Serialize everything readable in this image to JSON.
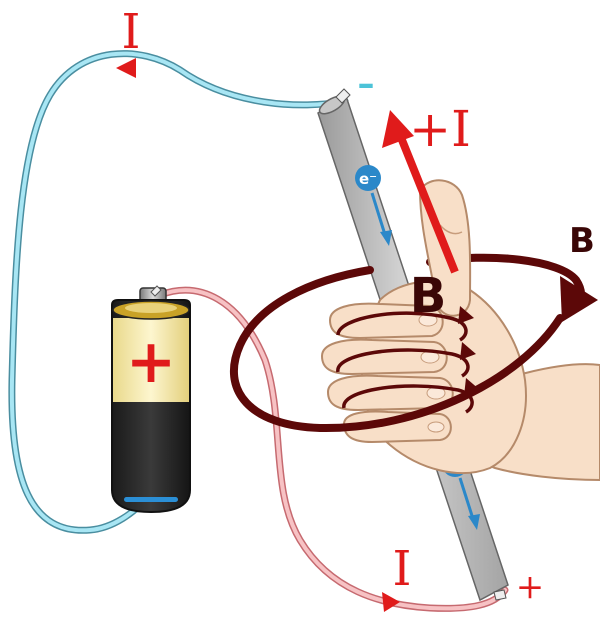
{
  "labels": {
    "current_top": "I",
    "current_bottom": "I",
    "current_positive": "+I",
    "field_outer": "B",
    "field_inner": "B",
    "battery_plus": "+",
    "terminal_negative": "–",
    "terminal_positive": "+",
    "electron_top": "e⁻",
    "electron_bottom": "e⁻"
  },
  "colors": {
    "wire_negative": "#8fd8ea",
    "wire_positive": "#f2a3a6",
    "current_arrow": "#e01b1b",
    "field_loop": "#6b0a0a",
    "conductor": "#b8b8b8",
    "electron": "#2b88c9",
    "battery_body": "#2b2b2b",
    "battery_label": "#fbf0b8",
    "skin": "#f8dfc8"
  },
  "icons": {
    "battery": "battery-icon",
    "hand": "right-hand-grip-icon",
    "conductor": "conductor-rod-icon"
  }
}
